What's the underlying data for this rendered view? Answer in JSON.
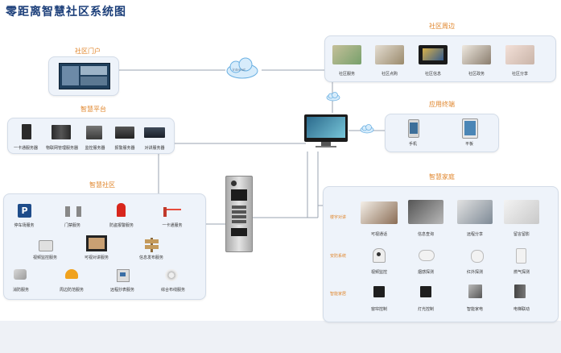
{
  "title": "零距离智慧社区系统图",
  "community_gate": {
    "title": "社区门户"
  },
  "internet": {
    "label": "Internet"
  },
  "community_peripheral": {
    "title": "社区周边",
    "items": [
      {
        "label": "社区服务"
      },
      {
        "label": "社区点购"
      },
      {
        "label": "社区信息"
      },
      {
        "label": "社区政务"
      },
      {
        "label": "社区分享"
      }
    ]
  },
  "app_terminal": {
    "title": "应用终端",
    "items": [
      {
        "label": "手机"
      },
      {
        "label": "平板"
      }
    ]
  },
  "platform": {
    "title": "智慧平台",
    "servers": [
      {
        "label": "一卡通服务器"
      },
      {
        "label": "物联网管理服务器"
      },
      {
        "label": "监控服务器"
      },
      {
        "label": "报警服务器"
      },
      {
        "label": "对讲服务器"
      }
    ]
  },
  "smart_community": {
    "title": "智慧社区",
    "items": [
      {
        "label": "停车场服务"
      },
      {
        "label": "门禁服务"
      },
      {
        "label": "防盗报警服务"
      },
      {
        "label": "一卡通服务"
      },
      {
        "label": "视频监控服务"
      },
      {
        "label": "可视对讲服务"
      },
      {
        "label": "信息发布服务"
      },
      {
        "label": "消防服务"
      },
      {
        "label": "周边防范服务"
      },
      {
        "label": "远程抄表服务"
      },
      {
        "label": "综合布线服务"
      }
    ]
  },
  "smart_home": {
    "title": "智慧家庭",
    "rows": [
      {
        "label": "楼宇对讲",
        "items": [
          {
            "label": "可视通话"
          },
          {
            "label": "信息查询"
          },
          {
            "label": "远程分享"
          },
          {
            "label": "留言留影"
          }
        ]
      },
      {
        "label": "安防系统",
        "items": [
          {
            "label": "视频监控"
          },
          {
            "label": "烟感探测"
          },
          {
            "label": "红外探测"
          },
          {
            "label": "燃气探测"
          }
        ]
      },
      {
        "label": "智能家居",
        "items": [
          {
            "label": "窗帘控制"
          },
          {
            "label": "灯光控制"
          },
          {
            "label": "智能家电"
          },
          {
            "label": "电梯联动"
          }
        ]
      }
    ]
  },
  "colors": {
    "panel_bg": "#eef3fa",
    "title_blue": "#1c3f7a",
    "heading_orange": "#e0862c",
    "line": "#9aa3b1"
  }
}
